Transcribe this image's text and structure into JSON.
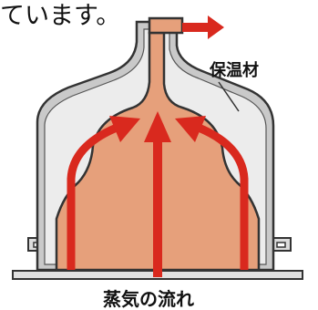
{
  "header": {
    "text": "ています。"
  },
  "labels": {
    "insulation": "保温材",
    "steam_flow": "蒸気の流れ"
  },
  "colors": {
    "steam_fill": "#e6a07b",
    "arrow": "#d9291e",
    "insulation_fill": "#c9c9c9",
    "casing_outline": "#333333"
  }
}
